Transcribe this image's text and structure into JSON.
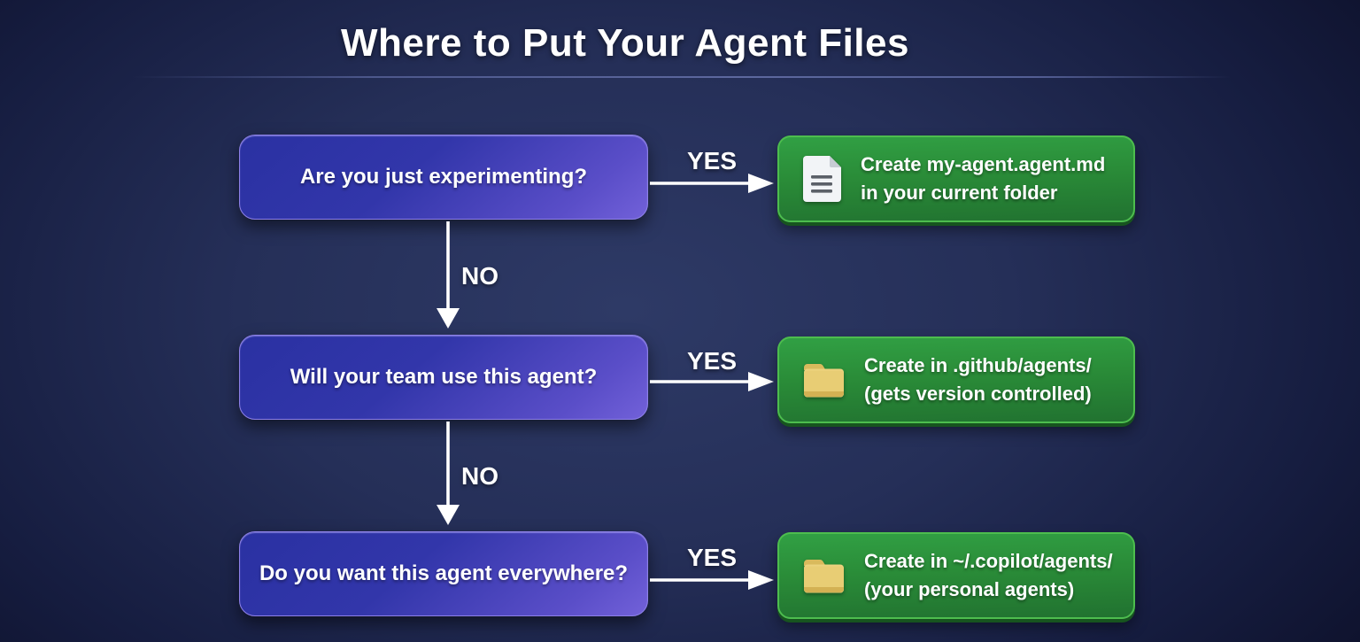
{
  "title": "Where to Put Your Agent Files",
  "colors": {
    "background_center": "#2e3a66",
    "background_edge": "#0b0d24",
    "question_box_top": "#2a31a2",
    "question_box_bottom": "#7261d9",
    "question_border": "#8d80e8",
    "answer_box": "#2a8c38",
    "answer_border": "#4dbd4e",
    "arrow": "#ffffff",
    "folder_icon": "#e8cd74",
    "document_icon": "#f2f4f7"
  },
  "flow": {
    "rows": [
      {
        "question": "Are you just experimenting?",
        "yes_label": "YES",
        "answer": {
          "icon": "document-icon",
          "line1": "Create my-agent.agent.md",
          "line2": "in your current folder"
        }
      },
      {
        "question": "Will your team use this agent?",
        "yes_label": "YES",
        "answer": {
          "icon": "folder-icon",
          "line1": "Create in .github/agents/",
          "line2": "(gets version controlled)"
        }
      },
      {
        "question": "Do you want this agent everywhere?",
        "yes_label": "YES",
        "answer": {
          "icon": "folder-icon",
          "line1": "Create in ~/.copilot/agents/",
          "line2": "(your personal agents)"
        }
      }
    ],
    "no_labels": [
      "NO",
      "NO"
    ]
  }
}
